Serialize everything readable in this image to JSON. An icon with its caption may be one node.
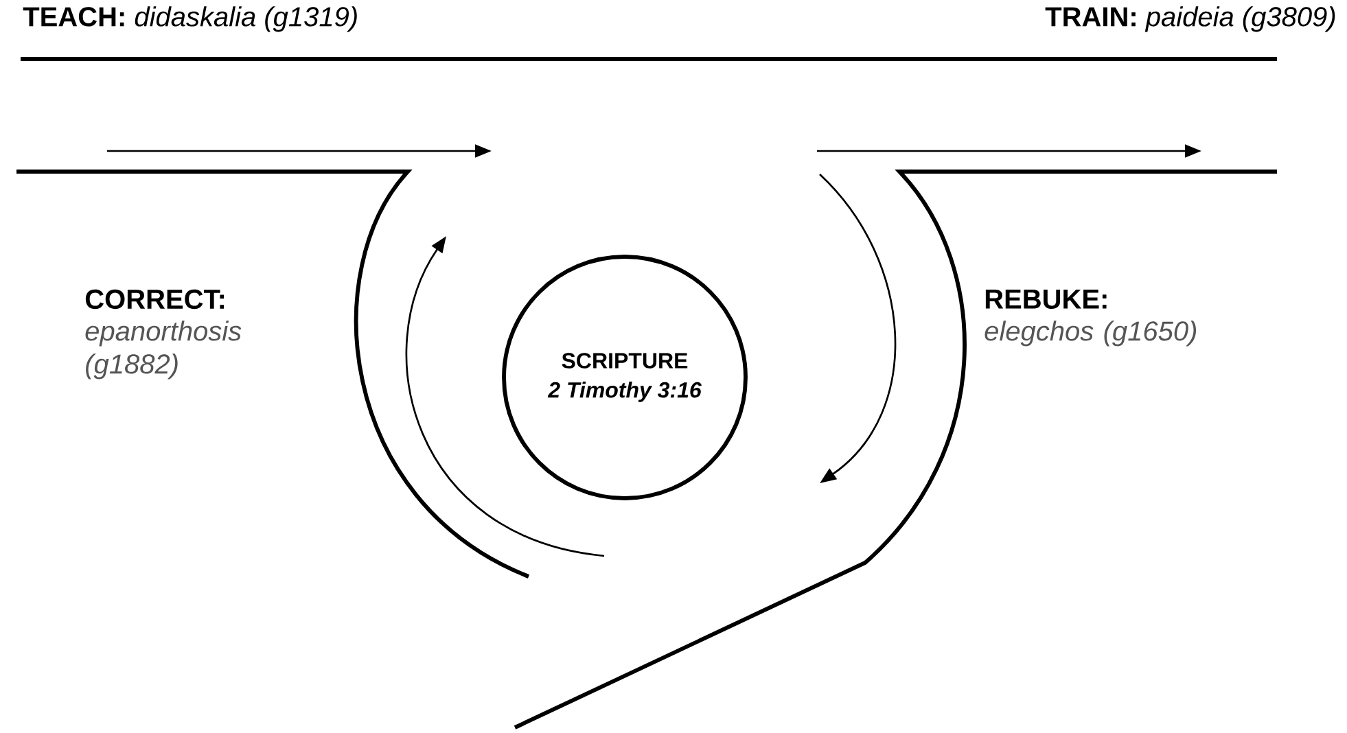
{
  "diagram": {
    "nodes": [
      {
        "text": [
          "SCRIPTURE",
          "2 Timothy 3:16"
        ]
      }
    ],
    "labels": [
      "**TEACH:** *didaskalia (g1319)*",
      "**TRAIN:** *paideia (g3809)*",
      "CORRECT:",
      "epanorthosis (g1882)",
      "REBUKE:",
      "elegchos (g1650)"
    ]
  }
}
